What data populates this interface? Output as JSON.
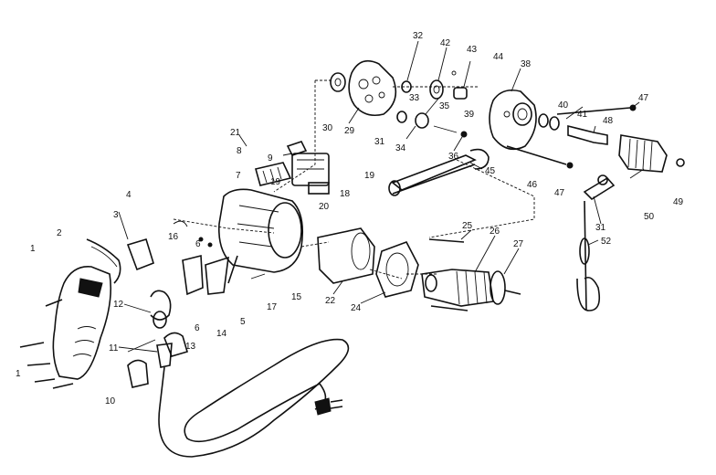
{
  "part_labels": [
    {
      "id": "p32",
      "text": "32"
    },
    {
      "id": "p42",
      "text": "42"
    },
    {
      "id": "p43",
      "text": "43"
    },
    {
      "id": "p44",
      "text": "44"
    },
    {
      "id": "p38",
      "text": "38"
    },
    {
      "id": "p47a",
      "text": "47"
    },
    {
      "id": "p30a",
      "text": "30"
    },
    {
      "id": "p29",
      "text": "29"
    },
    {
      "id": "p33",
      "text": "33"
    },
    {
      "id": "p35",
      "text": "35"
    },
    {
      "id": "p39",
      "text": "39"
    },
    {
      "id": "p40",
      "text": "40"
    },
    {
      "id": "p41",
      "text": "41"
    },
    {
      "id": "p48",
      "text": "48"
    },
    {
      "id": "p31a",
      "text": "31"
    },
    {
      "id": "p34",
      "text": "34"
    },
    {
      "id": "p36",
      "text": "36"
    },
    {
      "id": "p45",
      "text": "45"
    },
    {
      "id": "p21",
      "text": "21"
    },
    {
      "id": "p8",
      "text": "8"
    },
    {
      "id": "p9",
      "text": "9"
    },
    {
      "id": "p7",
      "text": "7"
    },
    {
      "id": "p19a",
      "text": "19"
    },
    {
      "id": "p19b",
      "text": "19"
    },
    {
      "id": "p18",
      "text": "18"
    },
    {
      "id": "p20",
      "text": "20"
    },
    {
      "id": "p46",
      "text": "46"
    },
    {
      "id": "p47b",
      "text": "47"
    },
    {
      "id": "p49",
      "text": "49"
    },
    {
      "id": "p4",
      "text": "4"
    },
    {
      "id": "p3",
      "text": "3"
    },
    {
      "id": "p2",
      "text": "2"
    },
    {
      "id": "p16",
      "text": "16"
    },
    {
      "id": "p6a",
      "text": "6"
    },
    {
      "id": "p25",
      "text": "25"
    },
    {
      "id": "p26",
      "text": "26"
    },
    {
      "id": "p27",
      "text": "27"
    },
    {
      "id": "p50",
      "text": "50"
    },
    {
      "id": "p31b",
      "text": "31"
    },
    {
      "id": "p52",
      "text": "52"
    },
    {
      "id": "p1a",
      "text": "1"
    },
    {
      "id": "p15",
      "text": "15"
    },
    {
      "id": "p22",
      "text": "22"
    },
    {
      "id": "p24",
      "text": "24"
    },
    {
      "id": "p17",
      "text": "17"
    },
    {
      "id": "p12",
      "text": "12"
    },
    {
      "id": "p5",
      "text": "5"
    },
    {
      "id": "p6b",
      "text": "6"
    },
    {
      "id": "p14",
      "text": "14"
    },
    {
      "id": "p11",
      "text": "11"
    },
    {
      "id": "p13",
      "text": "13"
    },
    {
      "id": "p1b",
      "text": "1"
    },
    {
      "id": "p10",
      "text": "10"
    }
  ]
}
